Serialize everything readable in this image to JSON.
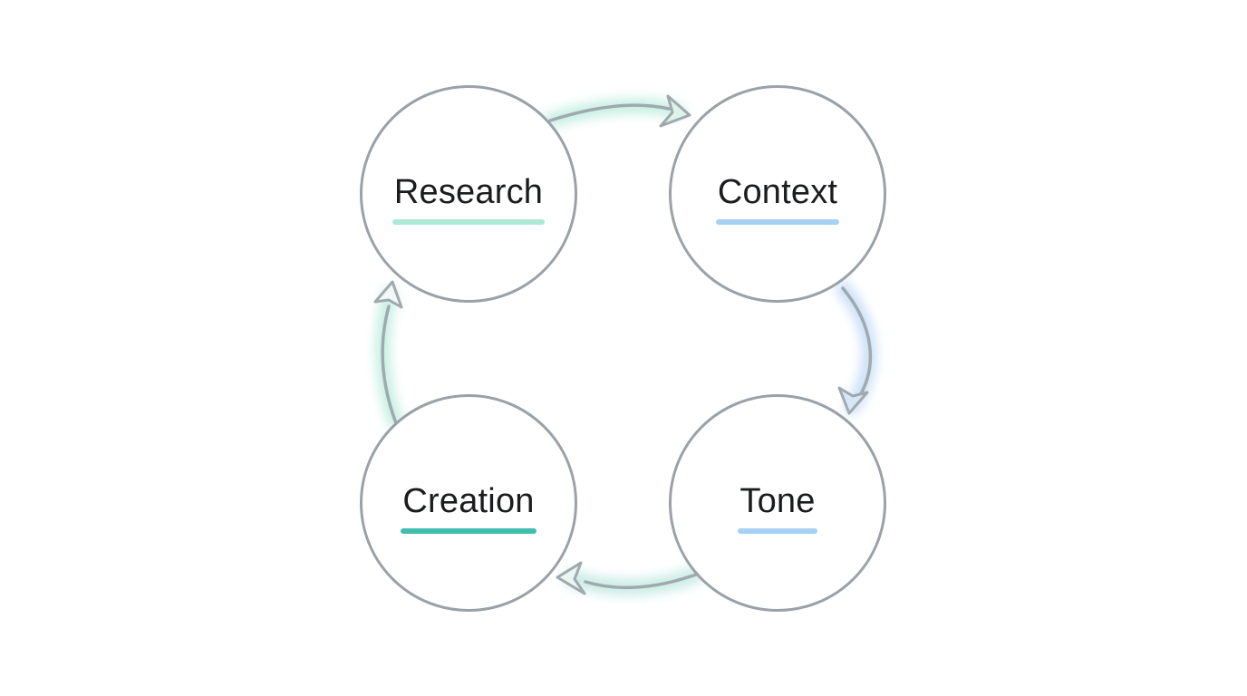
{
  "diagram": {
    "name": "content-cycle-diagram",
    "nodes": [
      {
        "id": "research",
        "label": "Research",
        "underline_color": "#aee9d6"
      },
      {
        "id": "context",
        "label": "Context",
        "underline_color": "#a6d1f4"
      },
      {
        "id": "tone",
        "label": "Tone",
        "underline_color": "#a6d1f4"
      },
      {
        "id": "creation",
        "label": "Creation",
        "underline_color": "#41bdae"
      }
    ],
    "flow_order": [
      "Research",
      "Context",
      "Tone",
      "Creation"
    ],
    "colors": {
      "circle_stroke": "#9aa1a7",
      "arrow_stroke": "#a0a9ad",
      "glow_mint": "#b9ecdc",
      "glow_blue": "#bfd9f6",
      "glow_cyan": "#bfe8e2",
      "arrowhead_fill_top": "#dcf4ea",
      "arrowhead_fill_right": "#d7e7fa",
      "arrowhead_fill_bottom": "#eaf6f2",
      "arrowhead_fill_left": "#f0f9f5"
    }
  }
}
